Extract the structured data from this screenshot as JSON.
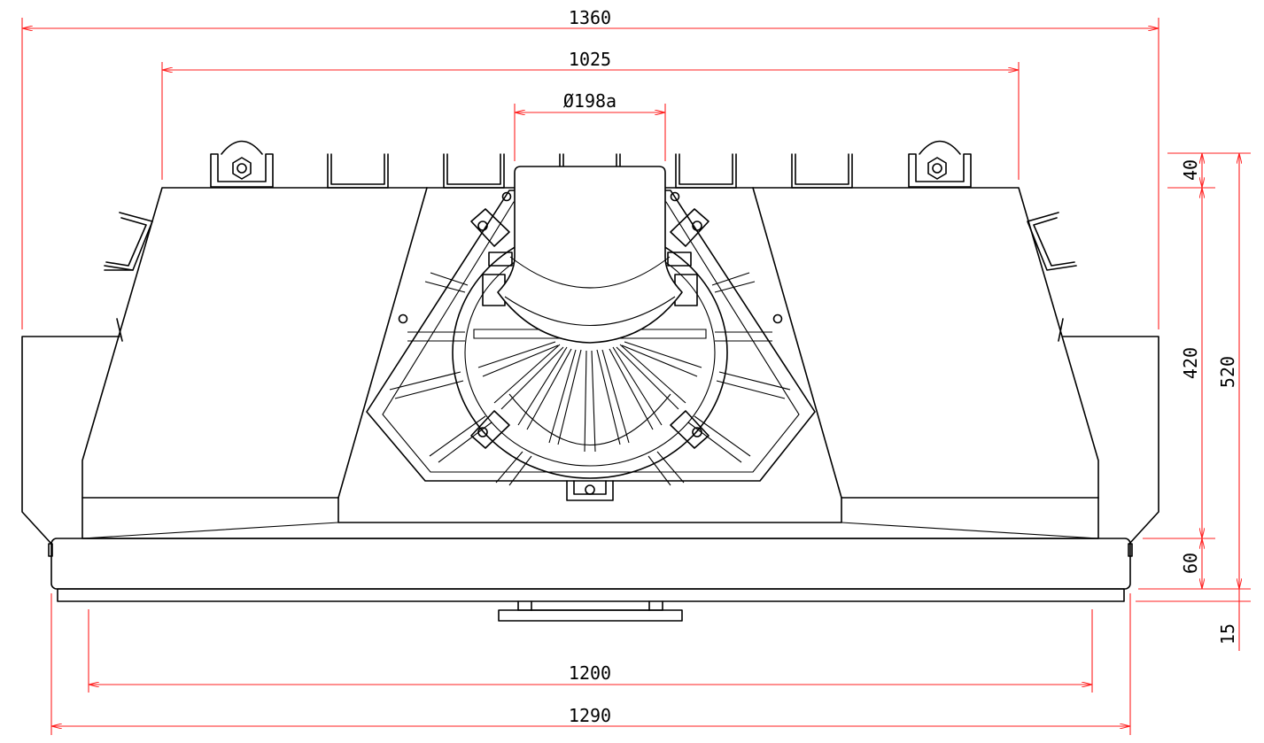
{
  "drawing": {
    "colors": {
      "outline": "#000000",
      "dimension": "#ff1f1f",
      "background": "#ffffff"
    },
    "dimensions": {
      "overall_width": "1360",
      "top_width": "1025",
      "duct_diameter": "Ø198a",
      "base_width": "1200",
      "panel_width": "1290",
      "flange_height": "40",
      "body_height": "420",
      "total_height": "520",
      "panel_height": "60",
      "grille_height": "15"
    }
  }
}
